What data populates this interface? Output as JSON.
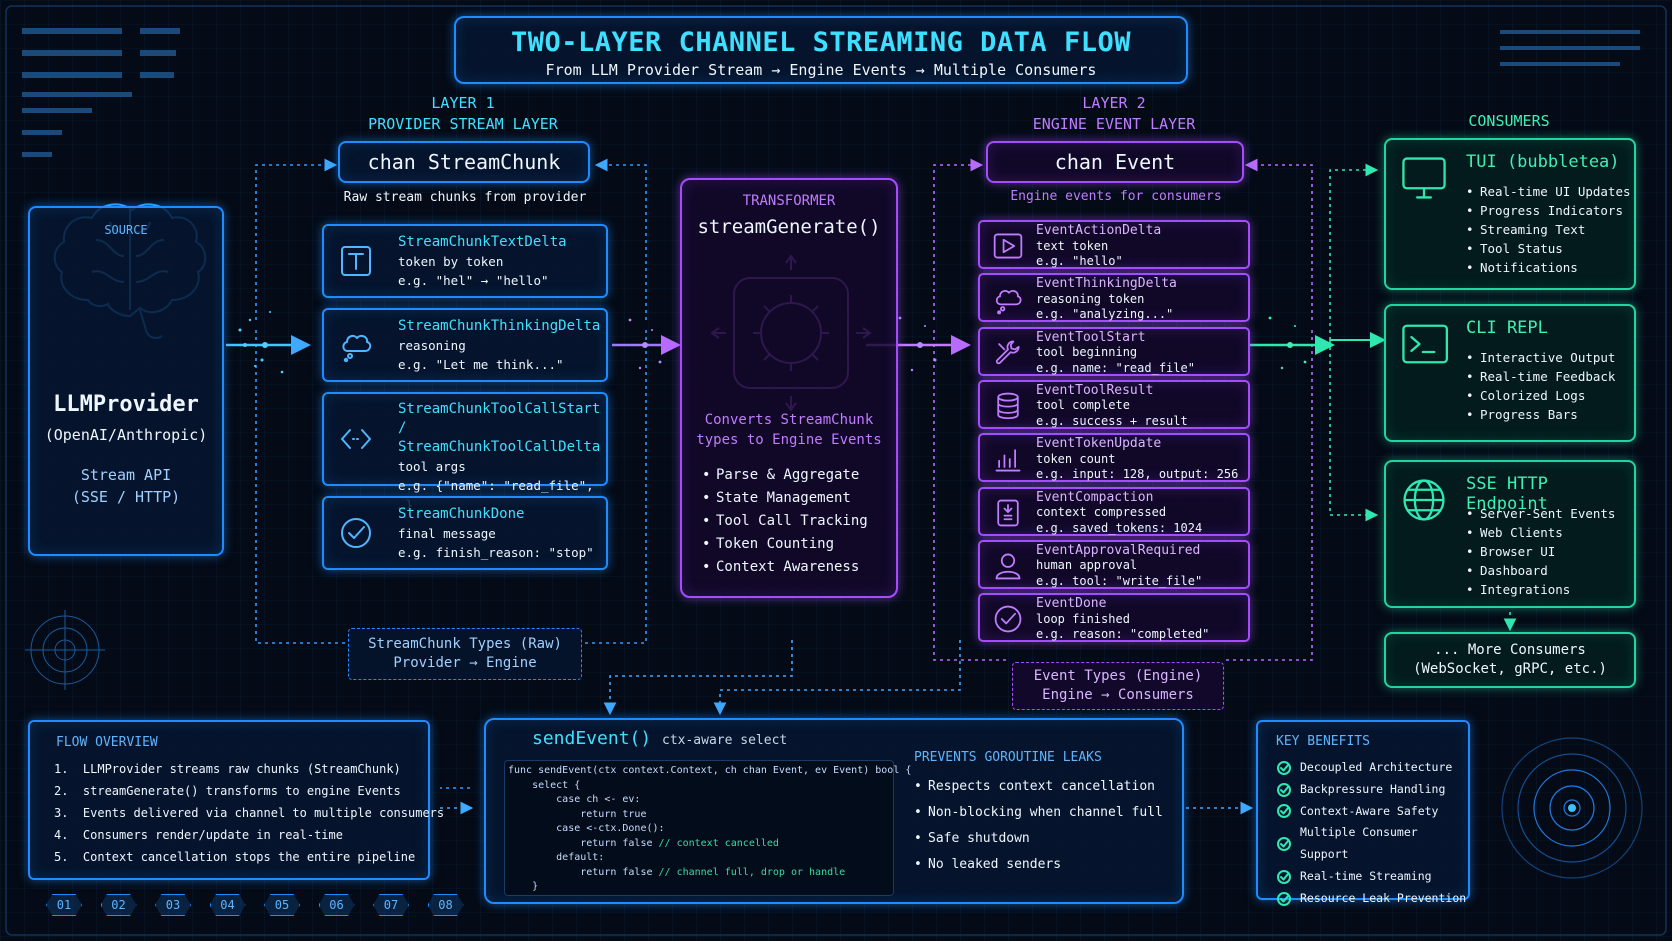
{
  "header": {
    "title": "TWO-LAYER CHANNEL STREAMING DATA FLOW",
    "subtitle": "From LLM Provider Stream → Engine Events → Multiple Consumers"
  },
  "source": {
    "label": "SOURCE",
    "name": "LLMProvider",
    "providers": "(OpenAI/Anthropic)",
    "api_line1": "Stream API",
    "api_line2": "(SSE / HTTP)"
  },
  "layer1": {
    "heading_line1": "LAYER 1",
    "heading_line2": "PROVIDER STREAM LAYER",
    "channel": "chan StreamChunk",
    "caption": "Raw stream chunks from provider",
    "types": [
      {
        "name": "StreamChunkTextDelta",
        "desc": "token by token",
        "example": "e.g. \"hel\" → \"hello\"",
        "icon": "text-icon"
      },
      {
        "name": "StreamChunkThinkingDelta",
        "desc": "reasoning",
        "example": "e.g. \"Let me think...\"",
        "icon": "thought-cloud-icon"
      },
      {
        "name": "StreamChunkToolCallStart",
        "name2": "/ StreamChunkToolCallDelta",
        "desc": "tool args",
        "example": "e.g. {\"name\": \"read_file\", …}",
        "icon": "code-brackets-icon"
      },
      {
        "name": "StreamChunkDone",
        "desc": "final message",
        "example": "e.g. finish_reason: \"stop\"",
        "icon": "check-circle-icon"
      }
    ],
    "legend_line1": "StreamChunk Types (Raw)",
    "legend_line2": "Provider → Engine"
  },
  "transformer": {
    "label": "TRANSFORMER",
    "function": "streamGenerate()",
    "desc_line1": "Converts StreamChunk",
    "desc_line2": "types to Engine Events",
    "features": [
      "Parse & Aggregate",
      "State Management",
      "Tool Call Tracking",
      "Token Counting",
      "Context Awareness"
    ]
  },
  "layer2": {
    "heading_line1": "LAYER 2",
    "heading_line2": "ENGINE EVENT LAYER",
    "channel": "chan Event",
    "caption": "Engine events for consumers",
    "events": [
      {
        "name": "EventActionDelta",
        "desc": "text token",
        "example": "e.g. \"hello\"",
        "icon": "play-icon"
      },
      {
        "name": "EventThinkingDelta",
        "desc": "reasoning token",
        "example": "e.g. \"analyzing...\"",
        "icon": "thought-cloud-icon"
      },
      {
        "name": "EventToolStart",
        "desc": "tool beginning",
        "example": "e.g. name: \"read_file\"",
        "icon": "wrench-icon"
      },
      {
        "name": "EventToolResult",
        "desc": "tool complete",
        "example": "e.g. success + result",
        "icon": "database-icon"
      },
      {
        "name": "EventTokenUpdate",
        "desc": "token count",
        "example": "e.g. input: 128, output: 256",
        "icon": "bar-chart-icon"
      },
      {
        "name": "EventCompaction",
        "desc": "context compressed",
        "example": "e.g. saved_tokens: 1024",
        "icon": "compress-icon"
      },
      {
        "name": "EventApprovalRequired",
        "desc": "human approval",
        "example": "e.g. tool: \"write_file\"",
        "icon": "user-icon"
      },
      {
        "name": "EventDone",
        "desc": "loop finished",
        "example": "e.g. reason: \"completed\"",
        "icon": "check-circle-icon"
      }
    ],
    "legend_line1": "Event Types (Engine)",
    "legend_line2": "Engine → Consumers"
  },
  "consumers": {
    "heading": "CONSUMERS",
    "items": [
      {
        "title": "TUI (bubbletea)",
        "icon": "monitor-icon",
        "bullets": [
          "Real-time UI Updates",
          "Progress Indicators",
          "Streaming Text",
          "Tool Status",
          "Notifications"
        ]
      },
      {
        "title": "CLI REPL",
        "icon": "terminal-icon",
        "bullets": [
          "Interactive Output",
          "Real-time Feedback",
          "Colorized Logs",
          "Progress Bars"
        ]
      },
      {
        "title": "SSE HTTP Endpoint",
        "icon": "globe-icon",
        "bullets": [
          "Server-Sent Events",
          "Web Clients",
          "Browser UI",
          "Dashboard",
          "Integrations"
        ]
      }
    ],
    "more_line1": "... More Consumers",
    "more_line2": "(WebSocket, gRPC, etc.)"
  },
  "overview": {
    "heading": "FLOW OVERVIEW",
    "steps": [
      "1.  LLMProvider streams raw chunks (StreamChunk)",
      "2.  streamGenerate() transforms to engine Events",
      "3.  Events delivered via channel to multiple consumers",
      "4.  Consumers render/update in real-time",
      "5.  Context cancellation stops the entire pipeline"
    ]
  },
  "send_event": {
    "title": "sendEvent()",
    "subtitle": "ctx-aware select",
    "code": [
      {
        "text": "func sendEvent(ctx context.Context, ch chan Event, ev Event) bool {",
        "comment": ""
      },
      {
        "text": "    select {",
        "comment": ""
      },
      {
        "text": "        case ch <- ev:",
        "comment": ""
      },
      {
        "text": "            return true",
        "comment": ""
      },
      {
        "text": "        case <-ctx.Done():",
        "comment": ""
      },
      {
        "text": "            return false ",
        "comment": "// context cancelled"
      },
      {
        "text": "        default:",
        "comment": ""
      },
      {
        "text": "            return false ",
        "comment": "// channel full, drop or handle"
      },
      {
        "text": "    }",
        "comment": ""
      }
    ],
    "prevents_heading": "PREVENTS GOROUTINE LEAKS",
    "prevents": [
      "Respects context cancellation",
      "Non-blocking when channel full",
      "Safe shutdown",
      "No leaked senders"
    ]
  },
  "benefits": {
    "heading": "KEY BENEFITS",
    "items": [
      "Decoupled Architecture",
      "Backpressure Handling",
      "Context-Aware Safety",
      "Multiple Consumer Support",
      "Real-time Streaming",
      "Resource Leak Prevention"
    ]
  },
  "steps_bar": [
    "01",
    "02",
    "03",
    "04",
    "05",
    "06",
    "07",
    "08"
  ],
  "colors": {
    "layer1": "#1e8bff",
    "layer2": "#a44dff",
    "consumers": "#1fd6a0",
    "title": "#3fe0ff"
  }
}
